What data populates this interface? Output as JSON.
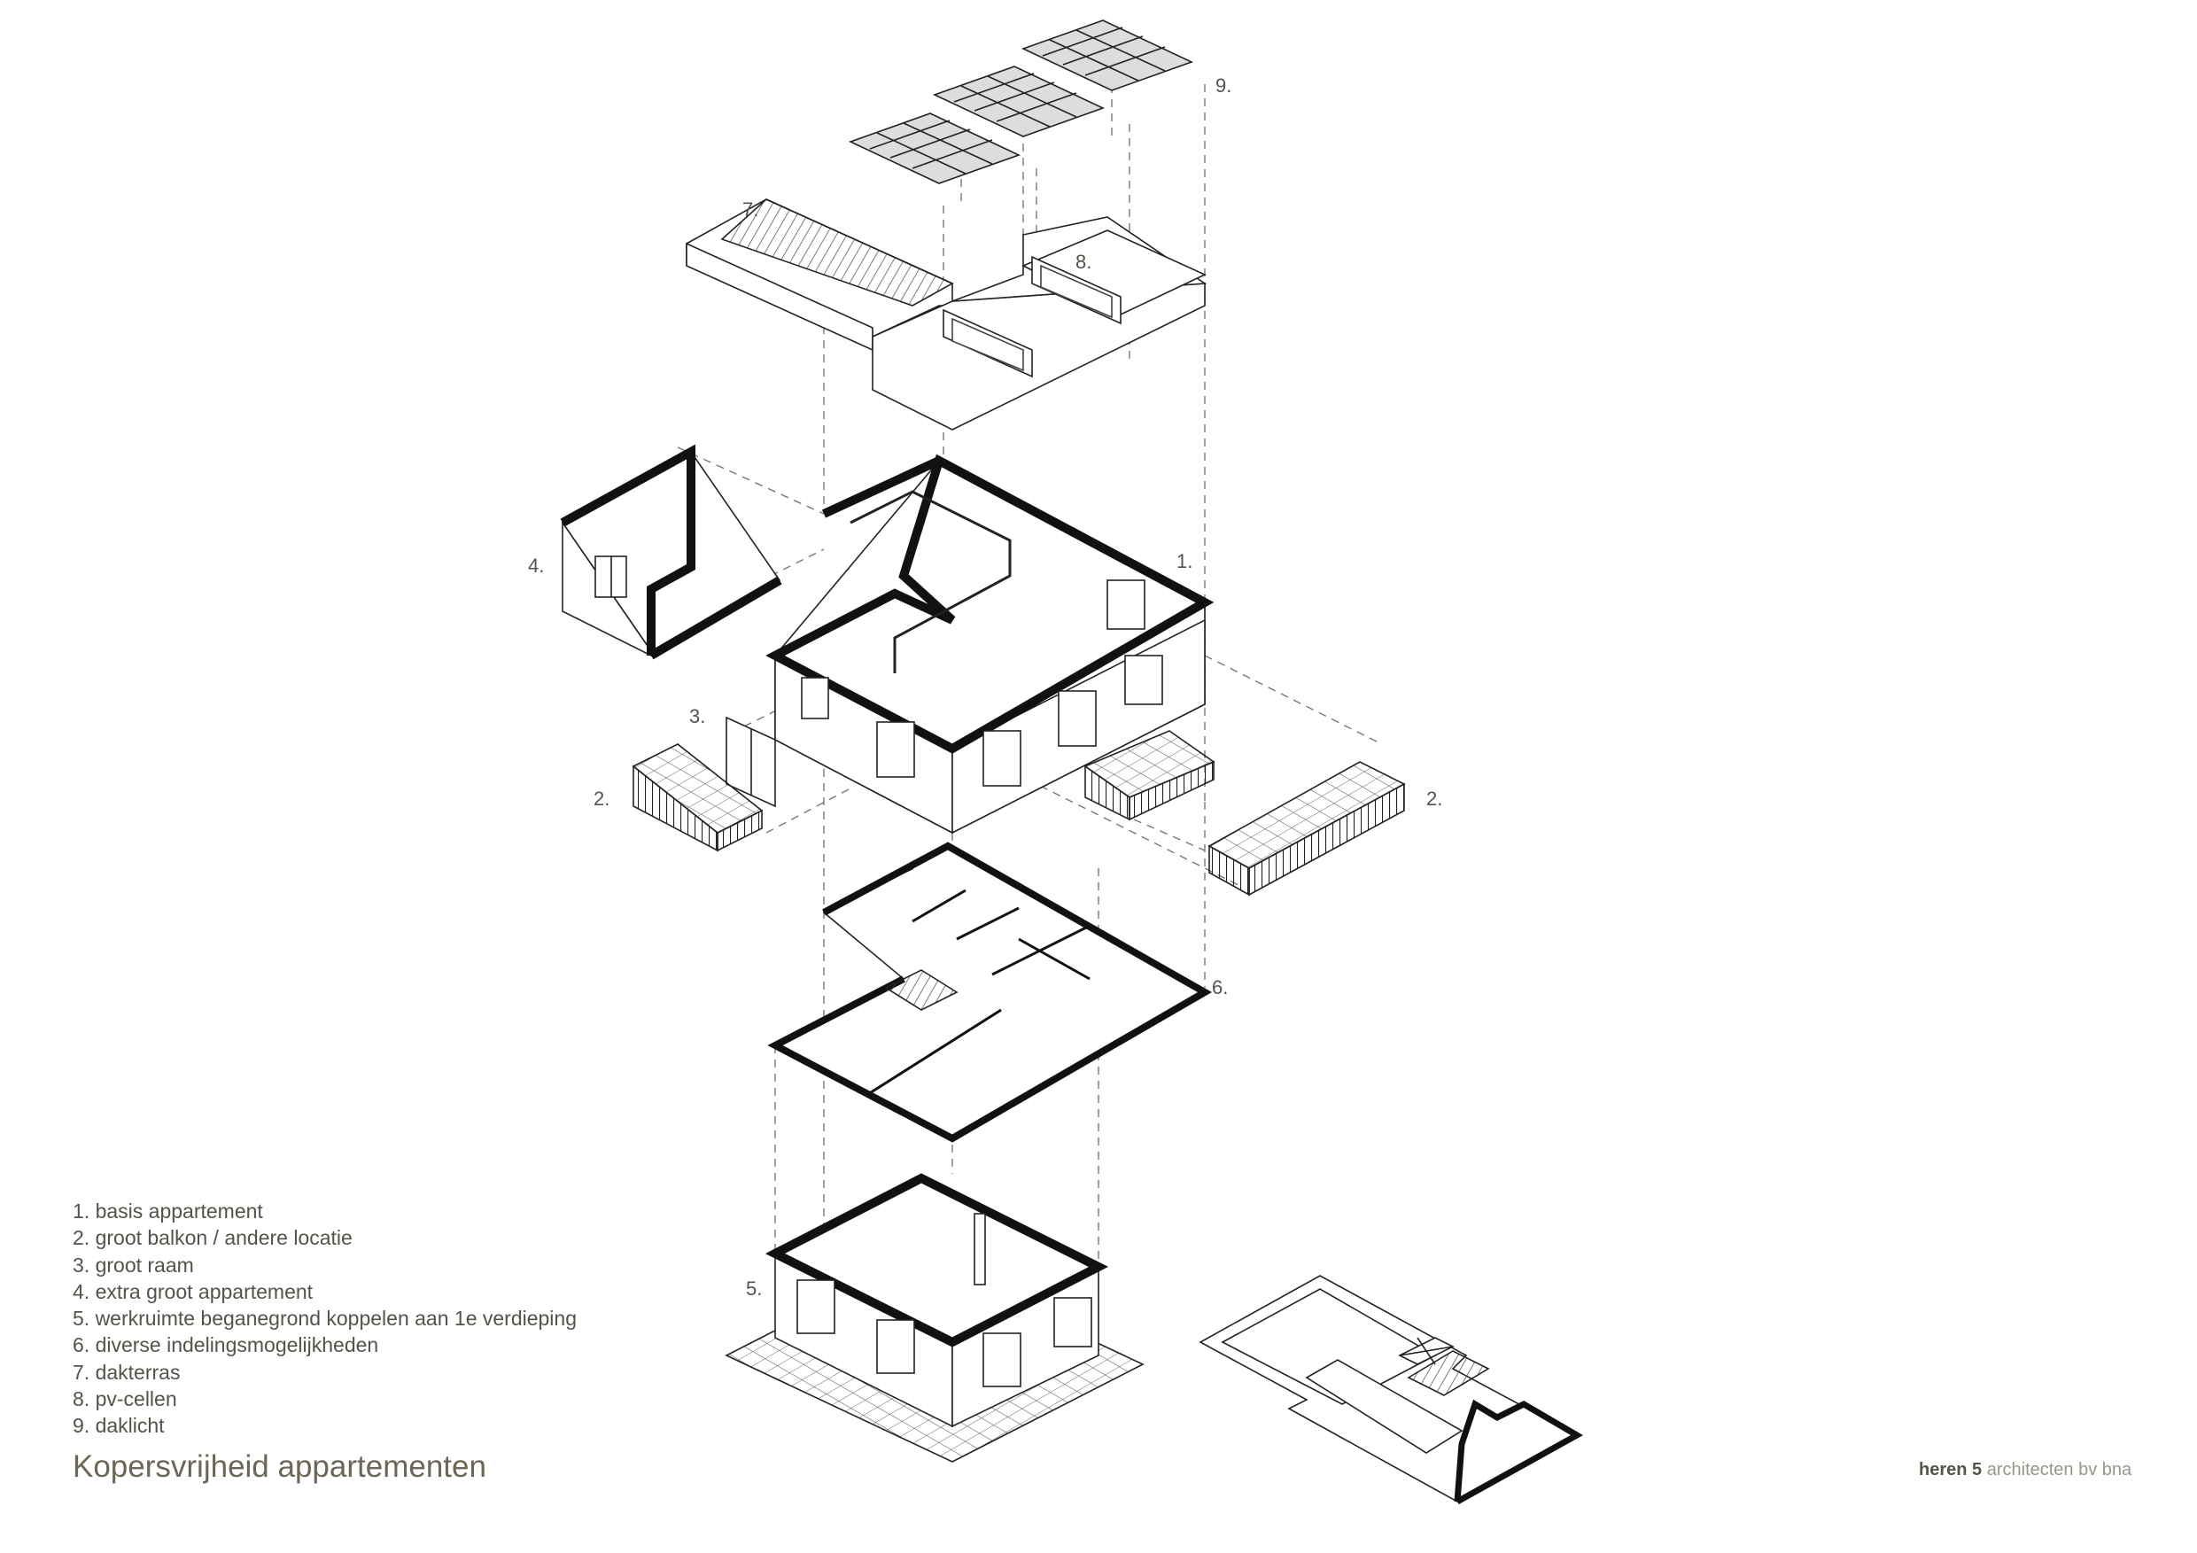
{
  "callouts": {
    "c1": "1.",
    "c2a": "2.",
    "c2b": "2.",
    "c3": "3.",
    "c4": "4.",
    "c5": "5.",
    "c6": "6.",
    "c7": "7.",
    "c8": "8.",
    "c9": "9."
  },
  "legend": [
    "1. basis appartement",
    "2. groot balkon / andere locatie",
    "3. groot raam",
    "4. extra groot appartement",
    "5. werkruimte beganegrond koppelen aan 1e verdieping",
    "6. diverse indelingsmogelijkheden",
    "7. dakterras",
    "8. pv-cellen",
    "9. daklicht"
  ],
  "title": "Kopersvrijheid appartementen",
  "credit": {
    "firm": "heren 5",
    "suffix": " architecten bv bna"
  }
}
